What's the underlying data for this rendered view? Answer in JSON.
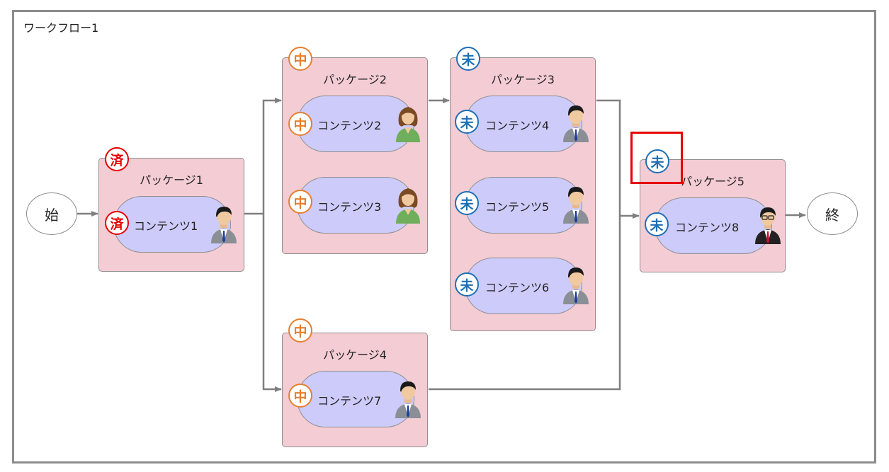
{
  "workflow": {
    "title": "ワークフロー1",
    "start_label": "始",
    "end_label": "終"
  },
  "status_text": {
    "done": "済",
    "in_progress": "中",
    "not_started": "未"
  },
  "status_colors": {
    "done": "#e60000",
    "in_progress": "#e87f2e",
    "not_started": "#1e6fb5"
  },
  "packages": [
    {
      "label": "パッケージ1",
      "status": "done",
      "contents": [
        {
          "label": "コンテンツ1",
          "status": "done",
          "assignee_icon": "businessman-icon"
        }
      ]
    },
    {
      "label": "パッケージ2",
      "status": "in_progress",
      "contents": [
        {
          "label": "コンテンツ2",
          "status": "in_progress",
          "assignee_icon": "woman-icon"
        },
        {
          "label": "コンテンツ3",
          "status": "in_progress",
          "assignee_icon": "woman-icon"
        }
      ]
    },
    {
      "label": "パッケージ3",
      "status": "not_started",
      "contents": [
        {
          "label": "コンテンツ4",
          "status": "not_started",
          "assignee_icon": "businessman-icon"
        },
        {
          "label": "コンテンツ5",
          "status": "not_started",
          "assignee_icon": "businessman-icon"
        },
        {
          "label": "コンテンツ6",
          "status": "not_started",
          "assignee_icon": "businessman-icon"
        }
      ]
    },
    {
      "label": "パッケージ4",
      "status": "in_progress",
      "contents": [
        {
          "label": "コンテンツ7",
          "status": "in_progress",
          "assignee_icon": "businessman-icon"
        }
      ]
    },
    {
      "label": "パッケージ5",
      "status": "not_started",
      "contents": [
        {
          "label": "コンテンツ8",
          "status": "not_started",
          "assignee_icon": "businessman-glasses-icon"
        }
      ]
    }
  ]
}
